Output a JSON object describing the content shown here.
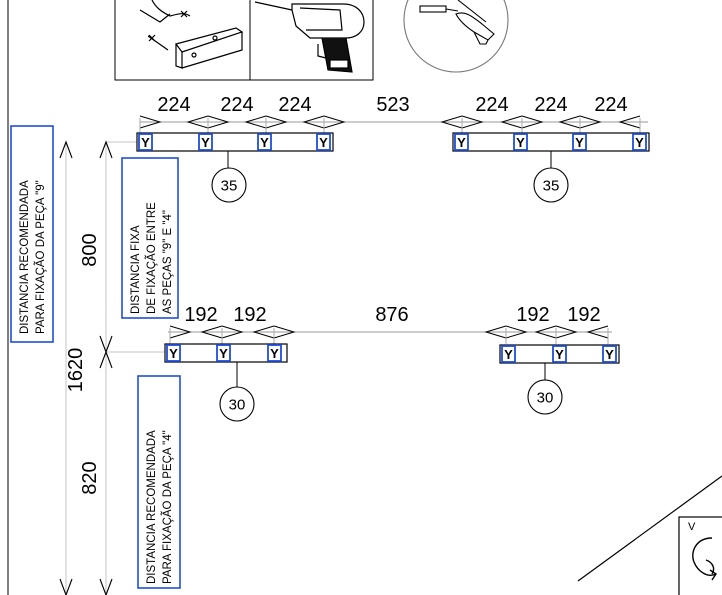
{
  "colors": {
    "line": "#000000",
    "highlight": "#1f4fd8",
    "guide": "#b0b0b0"
  },
  "top_row": {
    "spacings": [
      "224",
      "224",
      "224",
      "523",
      "224",
      "224",
      "224"
    ],
    "left_bar_markers": [
      "Y",
      "Y",
      "Y",
      "Y"
    ],
    "right_bar_markers": [
      "Y",
      "Y",
      "Y",
      "Y"
    ],
    "left_callout": "35",
    "right_callout": "35"
  },
  "bottom_row": {
    "spacings": [
      "192",
      "192",
      "876",
      "192",
      "192"
    ],
    "left_bar_markers": [
      "Y",
      "Y",
      "Y"
    ],
    "right_bar_markers": [
      "Y",
      "Y",
      "Y"
    ],
    "left_callout": "30",
    "right_callout": "30"
  },
  "vertical_dims": {
    "total": "1620",
    "between_rows": "800",
    "bottom": "820"
  },
  "notes": {
    "recommended_piece9": [
      "DISTANCIA RECOMENDADA",
      "PARA FIXAÇÃO DA PEÇA \"9\""
    ],
    "fixed_between": [
      "DISTANCIA FIXA",
      "DE FIXAÇÃO ENTRE",
      "AS PEÇAS \"9\" E \"4\""
    ],
    "recommended_piece4": [
      "DISTANCIA RECOMENDADA",
      "PARA FIXAÇÃO DA PEÇA \"4\""
    ]
  },
  "corner_panel": {
    "label": "V"
  },
  "icons": [
    "bracket-screw-icon",
    "power-drill-icon",
    "hammer-anchor-icon",
    "rotation-arrow-icon"
  ]
}
